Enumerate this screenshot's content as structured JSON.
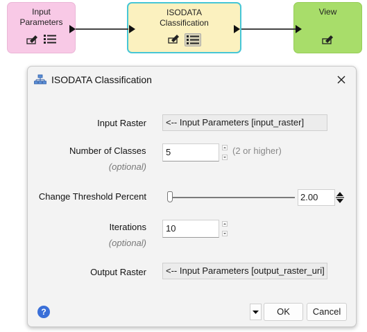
{
  "graph": {
    "nodes": [
      {
        "label": "Input\nParameters",
        "color": "#f8c9e6"
      },
      {
        "label": "ISODATA\nClassification",
        "color": "#fbf1bf"
      },
      {
        "label": "View",
        "color": "#a8dd6a"
      }
    ],
    "icons": {
      "edit": "edit-icon",
      "list": "list-icon"
    }
  },
  "dialog": {
    "title": "ISODATA Classification",
    "icon": "hierarchy-icon",
    "fields": {
      "input_raster": {
        "label": "Input Raster",
        "value": "<-- Input Parameters [input_raster]"
      },
      "num_classes": {
        "label": "Number of Classes",
        "optional": "(optional)",
        "value": "5",
        "hint": "(2 or higher)"
      },
      "change_threshold": {
        "label": "Change Threshold Percent",
        "value": "2.00",
        "slider_fraction": 0.0
      },
      "iterations": {
        "label": "Iterations",
        "optional": "(optional)",
        "value": "10"
      },
      "output_raster": {
        "label": "Output Raster",
        "value": "<-- Input Parameters [output_raster_uri]"
      }
    },
    "buttons": {
      "ok": "OK",
      "cancel": "Cancel",
      "help": "?"
    }
  }
}
